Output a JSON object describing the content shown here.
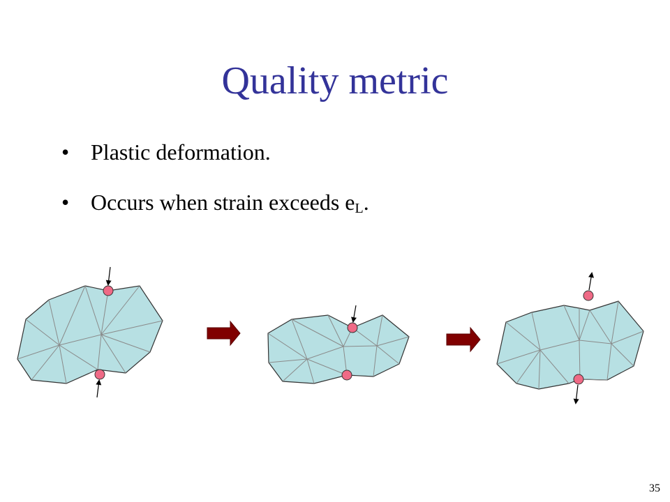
{
  "slide": {
    "title": "Quality metric",
    "bullets": [
      {
        "marker": "•",
        "text": "Plastic deformation.",
        "sub": ""
      },
      {
        "marker": "•",
        "text": "Occurs when strain exceeds e",
        "sub": "L",
        "suffix": "."
      }
    ],
    "page_number": "35"
  },
  "colors": {
    "title": "#333399",
    "mesh_fill": "#b7e0e3",
    "mesh_edge": "#8a8a8a",
    "outline": "#333333",
    "node_fill": "#ef6a86",
    "arrow_fill": "#800000"
  }
}
